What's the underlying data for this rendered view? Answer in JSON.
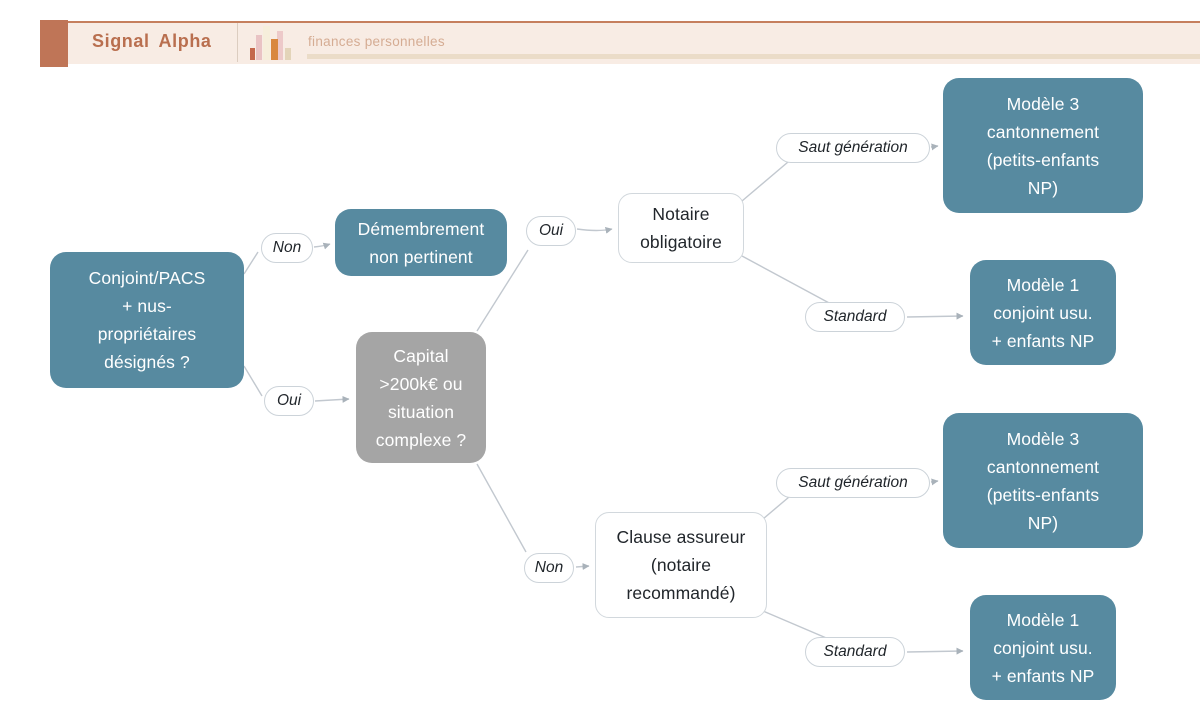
{
  "header": {
    "brand": "Signal Alpha",
    "category": "finances personnelles",
    "logo_icon": "bar-chart-icon",
    "colors": {
      "accent": "#bf7557",
      "brand_text": "#b96f4f",
      "band": "#f8ece4",
      "category_text": "#d5ac93",
      "underline": "#ebdcc8"
    }
  },
  "diagram": {
    "type": "decision-tree",
    "colors": {
      "result_node": "#578aa0",
      "question_node_gray": "#a5a5a5",
      "edge": "#c2c8cf"
    },
    "nodes": {
      "root": {
        "label": "Conjoint/PACS\n+ nus-\npropriétaires\ndésignés ?"
      },
      "demembrement": {
        "label": "Démembrement\nnon pertinent"
      },
      "capital": {
        "label": "Capital\n>200k€ ou\nsituation\ncomplexe ?"
      },
      "notaire": {
        "label": "Notaire\nobligatoire"
      },
      "clause": {
        "label": "Clause assureur\n(notaire\nrecommandé)"
      },
      "modele3_top": {
        "label": "Modèle 3\ncantonnement\n(petits-enfants\nNP)"
      },
      "modele1_top": {
        "label": "Modèle 1\nconjoint usu.\n+ enfants NP"
      },
      "modele3_bottom": {
        "label": "Modèle 3\ncantonnement\n(petits-enfants\nNP)"
      },
      "modele1_bottom": {
        "label": "Modèle 1\nconjoint usu.\n+ enfants NP"
      }
    },
    "edge_labels": {
      "root_non": "Non",
      "root_oui": "Oui",
      "capital_oui": "Oui",
      "capital_non": "Non",
      "notaire_saut": "Saut génération",
      "notaire_standard": "Standard",
      "clause_saut": "Saut génération",
      "clause_standard": "Standard"
    }
  }
}
